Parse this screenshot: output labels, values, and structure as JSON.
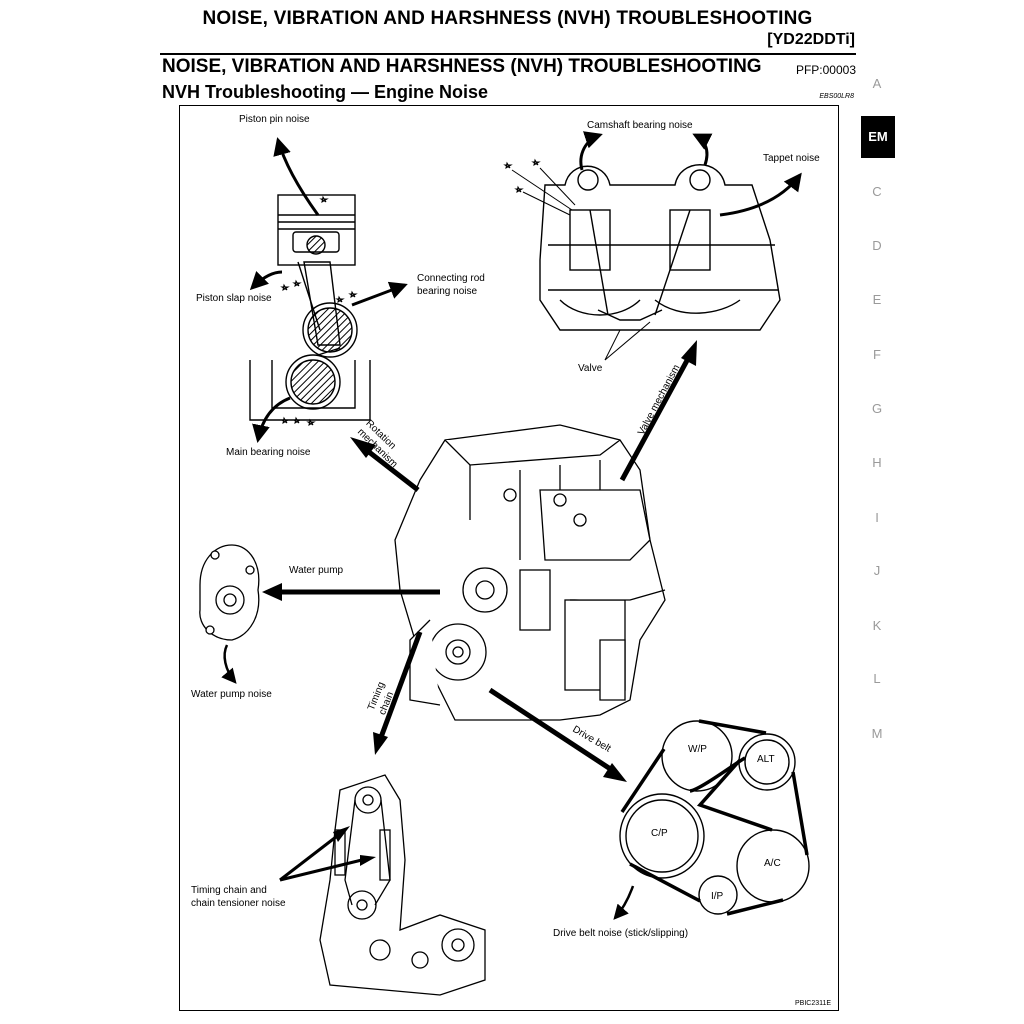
{
  "header": {
    "title": "NOISE, VIBRATION AND HARSHNESS (NVH) TROUBLESHOOTING",
    "model": "[YD22DDTi]"
  },
  "section": {
    "title": "NOISE, VIBRATION AND HARSHNESS (NVH) TROUBLESHOOTING",
    "pfp": "PFP:00003",
    "subtitle": "NVH Troubleshooting — Engine Noise",
    "doc_id": "EBS00LR8"
  },
  "figure": {
    "id": "PBIC2311E",
    "labels": {
      "piston_pin": "Piston pin noise",
      "piston_slap": "Piston slap noise",
      "conrod_1": "Connecting rod",
      "conrod_2": "bearing noise",
      "main_bearing": "Main bearing noise",
      "rotation": "Rotation\nmechanism",
      "camshaft": "Camshaft bearing noise",
      "tappet": "Tappet noise",
      "valve": "Valve",
      "valve_mech": "Valve mechanism",
      "water_pump": "Water pump",
      "water_pump_noise": "Water pump noise",
      "timing": "Timing\nchain",
      "timing_noise_1": "Timing chain and",
      "timing_noise_2": "chain tensioner noise",
      "drive_belt": "Drive belt",
      "drive_belt_noise": "Drive belt noise (stick/slipping)",
      "wp": "W/P",
      "alt": "ALT",
      "cp": "C/P",
      "ac": "A/C",
      "ip": "I/P"
    }
  },
  "side_tabs": [
    "A",
    "EM",
    "C",
    "D",
    "E",
    "F",
    "G",
    "H",
    "I",
    "J",
    "K",
    "L",
    "M"
  ],
  "active_tab": "EM"
}
